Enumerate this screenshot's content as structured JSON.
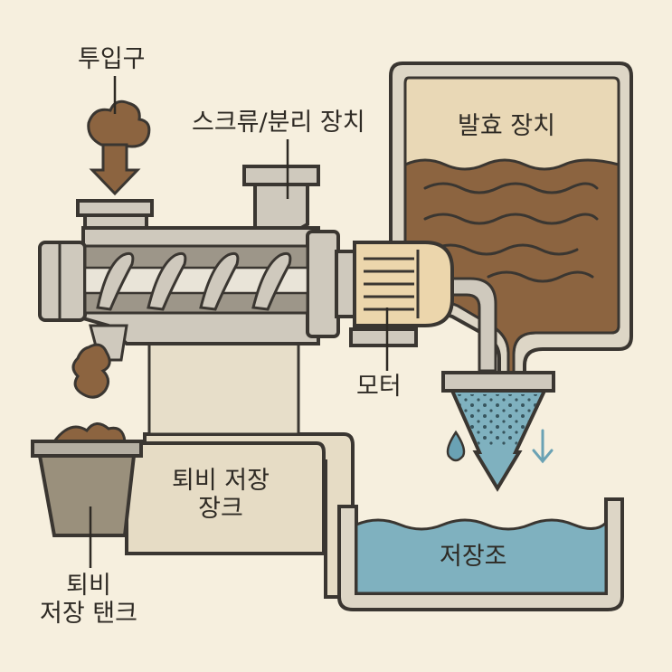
{
  "labels": {
    "inlet": "투입구",
    "screw_separator": "스크류/분리 장치",
    "fermenter": "발효 장치",
    "motor": "모터",
    "compost_storage_tank": "퇴비 저장\n장크",
    "compost_storage_bin": "퇴비\n저장 탠크",
    "reservoir": "저장조"
  },
  "colors": {
    "background": "#f6efde",
    "outline": "#3a3631",
    "machine_gray": "#cfc9bd",
    "machine_gray_dark": "#b4ae a2",
    "compost_brown": "#8c6440",
    "fermenter_top": "#e9d8b6",
    "motor_tan": "#ecd6ac",
    "water_blue": "#7fb1bf",
    "water_drop": "#6aa2b4",
    "tank_panel": "#e6dcc5",
    "bin_olive": "#9a907c"
  }
}
